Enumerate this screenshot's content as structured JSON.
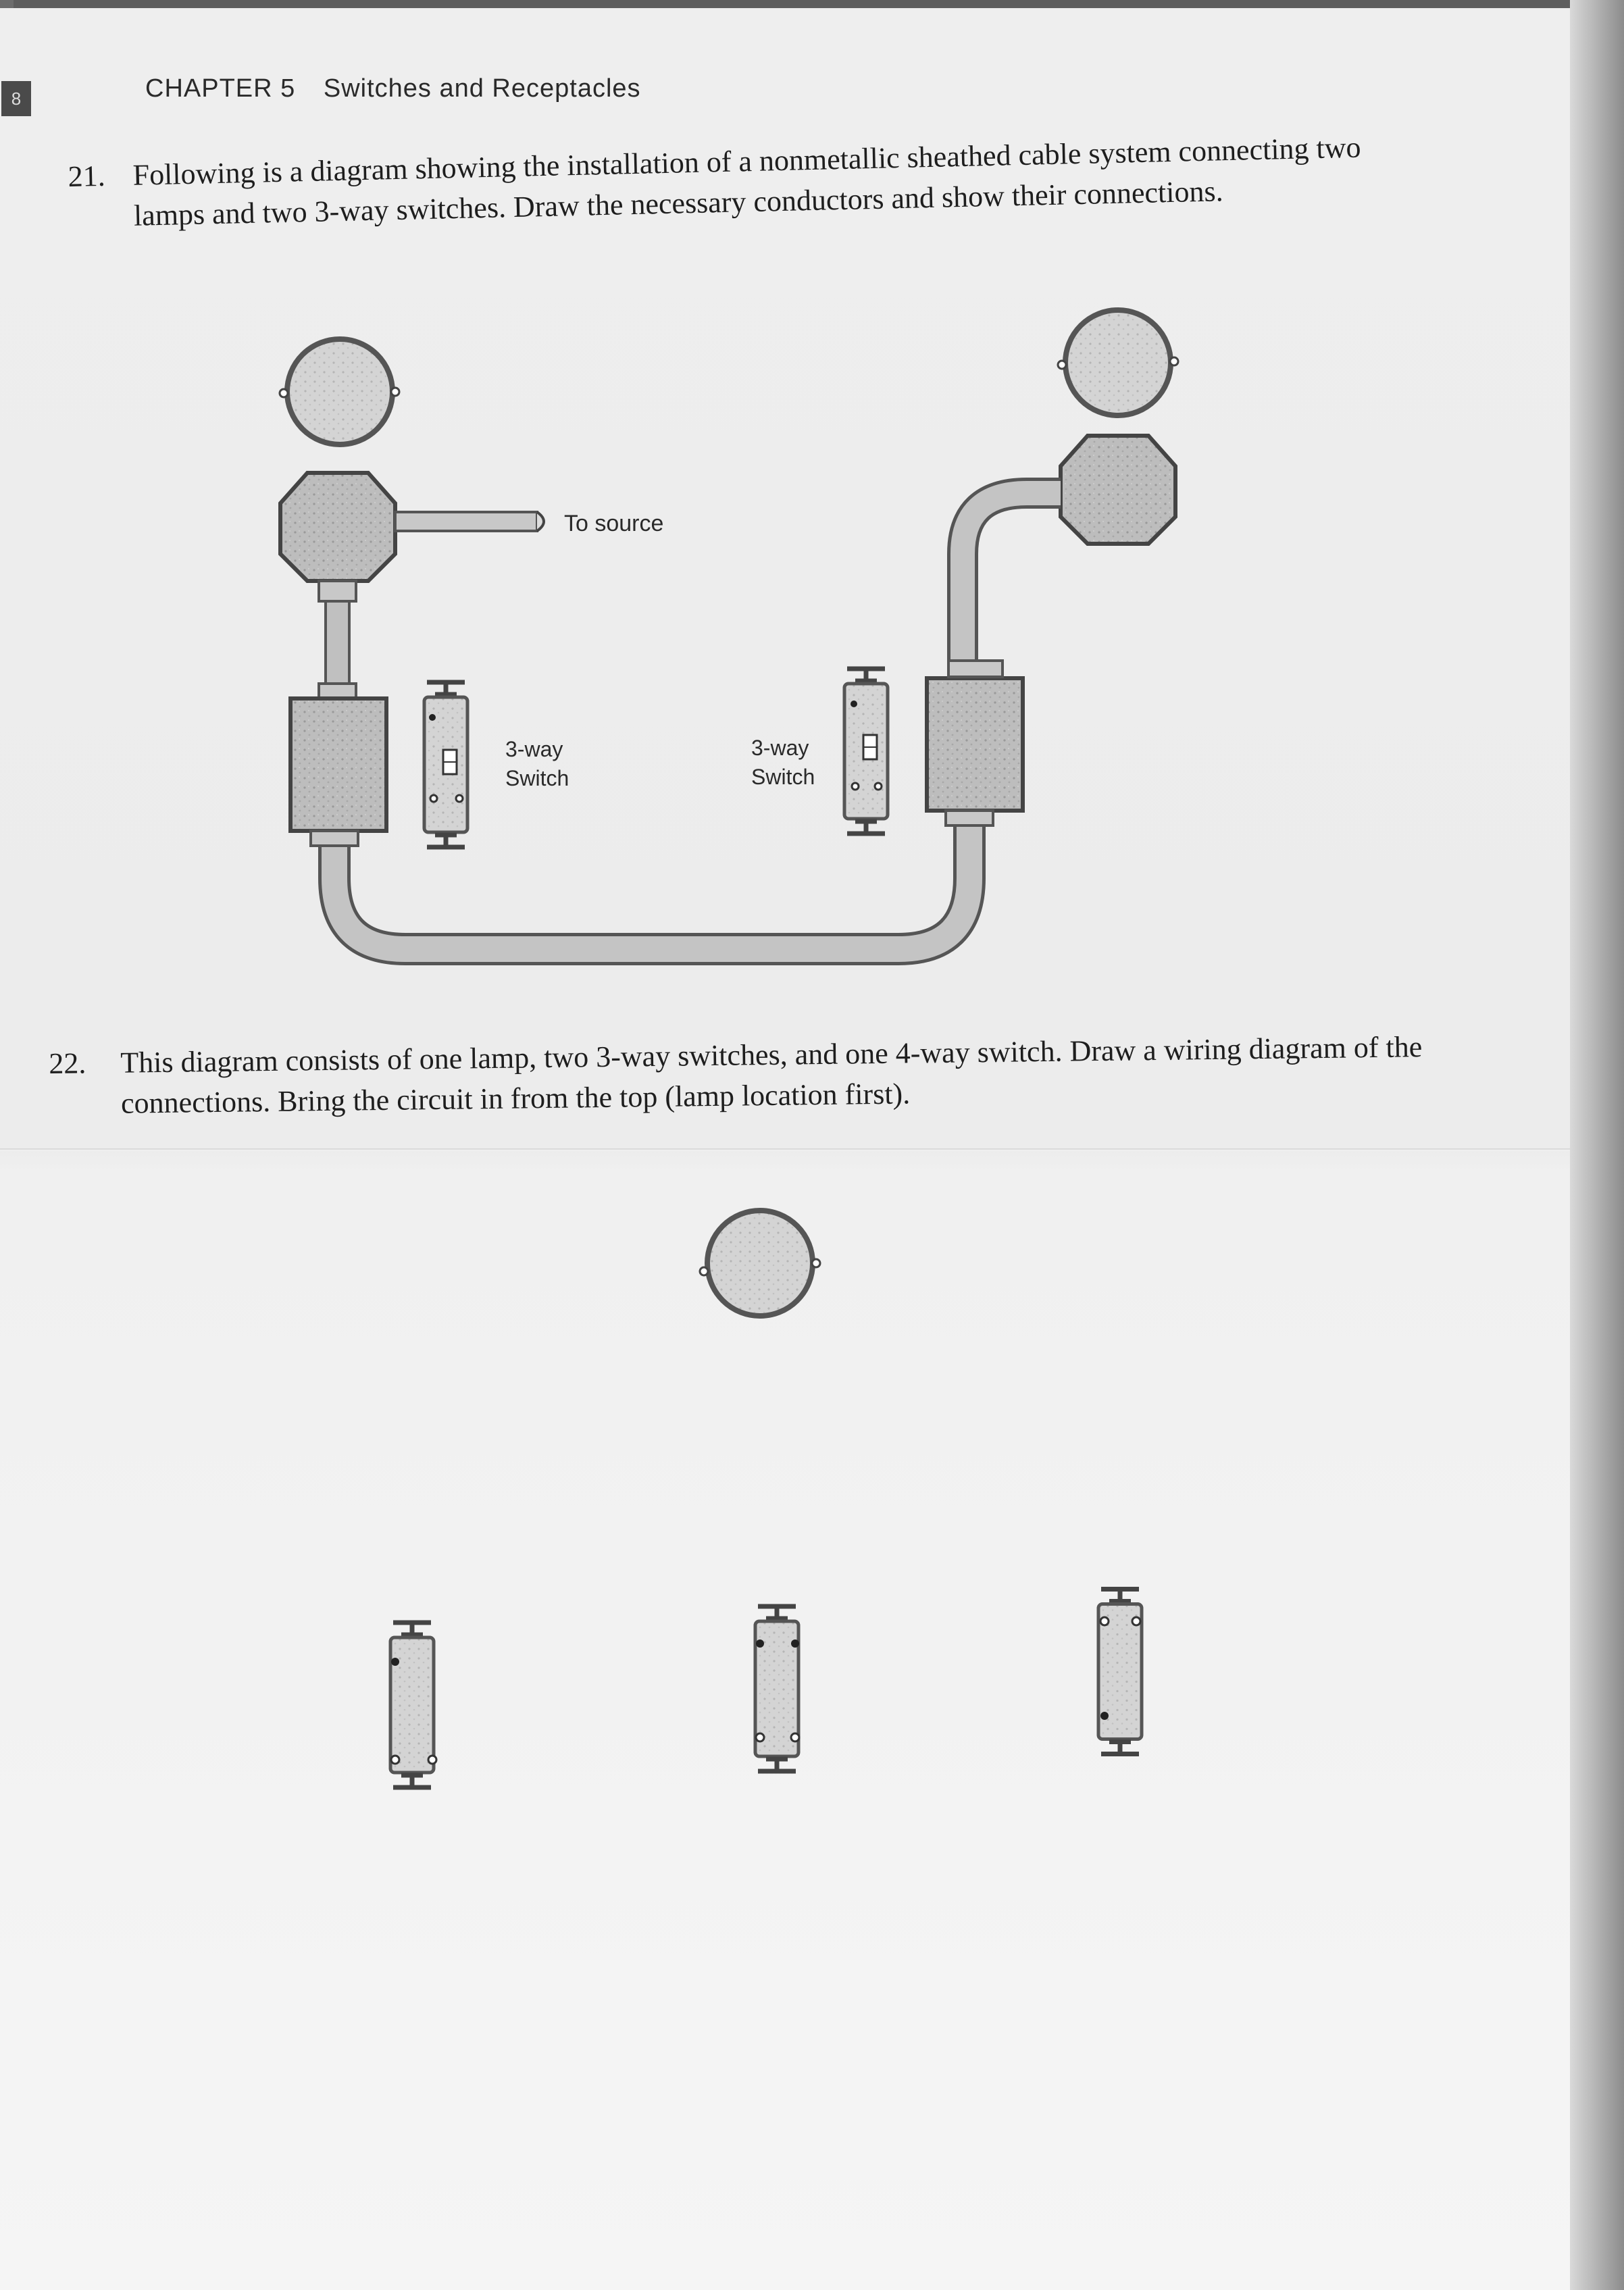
{
  "page": {
    "page_number": "8",
    "chapter_number": "CHAPTER 5",
    "chapter_title": "Switches and Receptacles"
  },
  "questions": [
    {
      "number": "21.",
      "text": "Following is a diagram showing the installation of a nonmetallic sheathed cable system connecting two lamps and two 3-way switches. Draw the necessary conductors and show their connections."
    },
    {
      "number": "22.",
      "text": "This diagram consists of one lamp, two 3-way switches, and one 4-way switch. Draw a wiring diagram of the connections. Bring the circuit in from the top (lamp location first)."
    }
  ],
  "diagram_21": {
    "source_label": "To source",
    "switch_left_label": [
      "3-way",
      "Switch"
    ],
    "switch_right_label": [
      "3-way",
      "Switch"
    ]
  }
}
